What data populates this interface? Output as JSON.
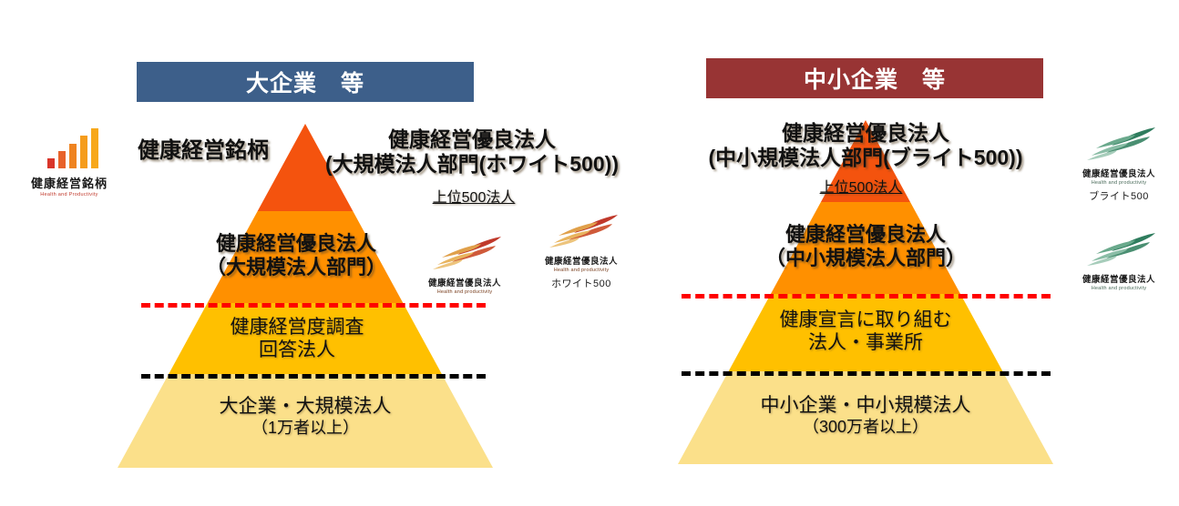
{
  "page": {
    "title": "健康経営顕彰制度の体系図"
  },
  "colors": {
    "header_large": "#3d5f8a",
    "header_sme": "#983434",
    "band_top": "#f4530e",
    "band_second": "#ff9000",
    "band_third": "#ffc000",
    "band_base": "#fbe08a",
    "dash_red": "#ff0000",
    "dash_black": "#000000",
    "logo_red": "#c0392b",
    "logo_orange": "#e8a33d",
    "logo_green": "#4a8f72"
  },
  "columns": [
    {
      "id": "large",
      "header": "大企業　等",
      "labels": {
        "meigara": "健康経営銘柄",
        "hojin_line1": "健康経営優良法人",
        "hojin_line2": "(大規模法人部門(ホワイト500))",
        "top500": "上位500法人",
        "daikibo_line1": "健康経営優良法人",
        "daikibo_line2": "（大規模法人部門）",
        "survey_line1": "健康経営度調査",
        "survey_line2": "回答法人",
        "base_line1": "大企業・大規模法人",
        "base_line2": "（1万者以上）"
      }
    },
    {
      "id": "sme",
      "header": "中小企業　等",
      "labels": {
        "hojin_line1": "健康経営優良法人",
        "hojin_line2": "(中小規模法人部門(ブライト500))",
        "top500": "上位500法人",
        "chusho_line1": "健康経営優良法人",
        "chusho_line2": "（中小規模法人部門）",
        "declaration_line1": "健康宣言に取り組む",
        "declaration_line2": "法人・事業所",
        "base_line1": "中小企業・中小規模法人",
        "base_line2": "（300万者以上）"
      }
    }
  ],
  "logos": {
    "meigara": {
      "title": "健康経営銘柄",
      "subtitle": "Health and Productivity"
    },
    "white500": {
      "title": "健康経営優良法人",
      "subtitle": "Health and productivity",
      "rank": "ホワイト500"
    },
    "kenko_large": {
      "title": "健康経営優良法人",
      "subtitle": "Health and productivity"
    },
    "bright500": {
      "title": "健康経営優良法人",
      "subtitle": "Health and productivity",
      "rank": "ブライト500"
    },
    "kenko_sme": {
      "title": "健康経営優良法人",
      "subtitle": "Health and productivity"
    }
  }
}
